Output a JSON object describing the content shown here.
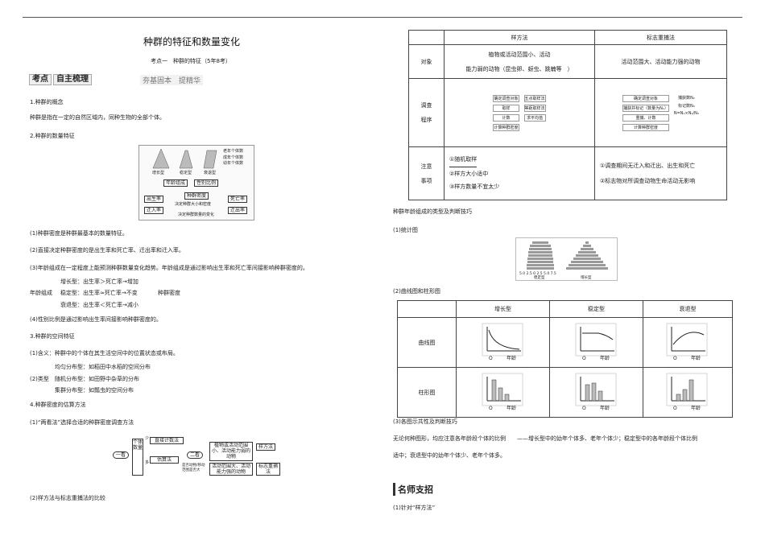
{
  "title": "种群的特征和数量变化",
  "subtitle": "考点一　种群的特征（5年8考）",
  "banner": {
    "label1": "考点",
    "label2": "自主梳理",
    "tag": "夯基固本　提精华"
  },
  "s1": {
    "head": "1.种群的概念",
    "line": "种群是指在一定的自然区域内，同种生物的全部个体。"
  },
  "s2": {
    "head": "2.种群的数量特征"
  },
  "fig1": {
    "legend": [
      "老年个体数",
      "成年个体数",
      "幼年个体数"
    ],
    "pyr": [
      "增长型",
      "稳定型",
      "衰退型"
    ],
    "nodes": {
      "age": "年龄组成",
      "sex": "性别比例",
      "birth": "出生率",
      "death": "死亡率",
      "immig": "迁入率",
      "emig": "迁出率",
      "density": "种群密度",
      "pred": "预测",
      "decide": "决定种群大小和密度",
      "affect": "影响",
      "bottom": "决定种群数量的变化"
    }
  },
  "p1": "(1)种群密度是种群最基本的数量特征。",
  "p2": "(2)直接决定种群密度的是出生率和死亡率、迁出率和迁入率。",
  "p3": "(3)年龄组成在一定程度上能预测种群数量变化趋势。年龄组成是通过影响出生率和死亡率间接影响种群密度的。",
  "age": {
    "label": "年龄组成",
    "grow": "增长型：出生率＞死亡率→增加",
    "stable": "稳定型：出生率≈死亡率→不变",
    "decline": "衰退型：出生率＜死亡率→减小",
    "right": "种群密度"
  },
  "p4": "(4)性别比例是通过影响出生率间接影响种群密度的。",
  "s3": {
    "head": "3.种群的空间特征",
    "meaning": "(1)含义：种群中的个体在其生活空间中的位置状态或布局。",
    "type": "(2)类型",
    "even": "均匀分布型：如稻田中水稻的空间分布",
    "random": "随机分布型：如田野中杂草的分布",
    "cluster": "集群分布型：如瓢虫的空间分布"
  },
  "s4": {
    "head": "4.种群密度的估算方法",
    "sub1": "(1)“两看法”选择合适的种群密度调查方法",
    "sub2": "(2)样方法与标志重捕法的比较"
  },
  "fig2": {
    "look": "一看",
    "count": "个体数量",
    "few": "少",
    "many": "多",
    "direct": "直接计数法",
    "estimate": "估算法",
    "two": "二看",
    "q": "是否动物/移动范围是否大",
    "plant": "植物或活动范围小、活动能力弱的动物",
    "quad": "样方法",
    "animal": "活动范围大、活动能力强的动物",
    "mark": "标志重捕法"
  },
  "cmp": {
    "h1": "样方法",
    "h2": "标志重捕法",
    "obj": "对象",
    "obj1a": "植物或活动范围小、活动",
    "obj1b": "能力弱的动物（昆虫卵、蚜虫、跳蝻等　）",
    "obj2": "活动范围大、活动能力强的动物",
    "proc1": "调查",
    "proc2": "程序",
    "q1": [
      "确定调查对象",
      "取样",
      "计数",
      "计算种群密度"
    ],
    "q2": [
      "五点取样法",
      "等距取样法",
      "求平均值"
    ],
    "m1": [
      "确定调查对象",
      "捕获并标记（数量为N₁）",
      "重捕、计数",
      "计算种群密度"
    ],
    "m2": [
      "捕获数N₂",
      "标记数N₀",
      "N=N₁×N₂/N₀"
    ],
    "note1": "注意",
    "note2": "事项",
    "n1": "①随机取样",
    "n2": "②样方大小适中",
    "n3": "③样方数量不宜太少",
    "n4": "①调查期间无迁入和迁出、出生和死亡",
    "n5": "②标志物对所调查动物生命活动无影响"
  },
  "s5": {
    "head": "种群年龄组成的类型及判断技巧",
    "stat": "(1)统计图",
    "curve": "(2)曲线图和柱形图",
    "hint": "(3)各图示共性及判断技巧"
  },
  "pyrfig": {
    "left": "稳定型",
    "right": "增长型",
    "axis": "5.0  2.5  0  2.5  5.0  7.5"
  },
  "tbl2": {
    "h1": "增长型",
    "h2": "稳定型",
    "h3": "衰退型",
    "r1": "曲线图",
    "r2": "柱形图",
    "ylab": "个体数",
    "xlab": "年龄",
    "blab": "比例",
    "o": "O"
  },
  "hint1": "无论何种图形，均应注意各年龄段个体的比例　　——增长型中的幼年个体多、老年个体少；稳定型中的各年龄段个体比例",
  "hint2": "适中；衰退型中的幼年个体少、老年个体多。",
  "teacher": "名师支招",
  "teacher1": "(1)针对“样方法”"
}
